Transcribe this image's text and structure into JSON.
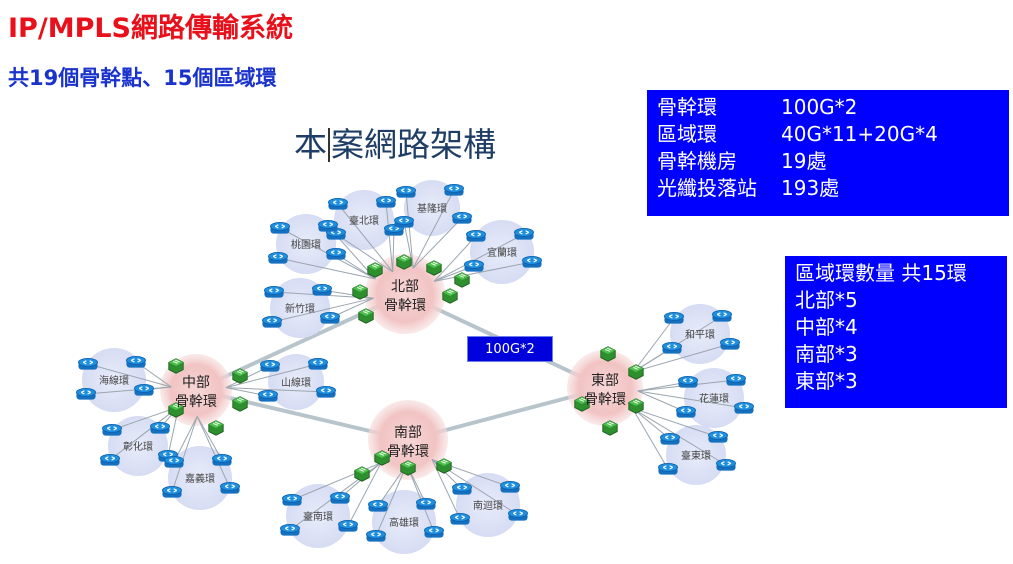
{
  "title": "IP/MPLS網路傳輸系統",
  "subtitle": "共19個骨幹點、15個區域環",
  "diagram_title_left": "本",
  "diagram_title_right": "案網路架構",
  "spec_box": {
    "rows": [
      {
        "label": "骨幹環",
        "value": "100G*2"
      },
      {
        "label": "區域環",
        "value": "40G*11+20G*4"
      },
      {
        "label": "骨幹機房",
        "value": "19處"
      },
      {
        "label": "光纖投落站",
        "value": "193處"
      }
    ]
  },
  "ring_box": {
    "lines": [
      "區域環數量 共15環",
      "北部*5",
      "中部*4",
      "南部*3",
      "東部*3"
    ]
  },
  "core_link_label": "100G*2",
  "colors": {
    "title": "#e8101a",
    "subtitle": "#1a33cc",
    "box_bg": "#0000ff",
    "core_halo": "#f2c3c3",
    "ring_halo": "#dde2f5",
    "router_blue": "#1f8fe0",
    "router_green": "#3aa33a"
  },
  "icons": [
    "router-icon-blue",
    "router-icon-green"
  ],
  "hubs": [
    {
      "id": "north",
      "line1": "北部",
      "line2": "骨幹環"
    },
    {
      "id": "central",
      "line1": "中部",
      "line2": "骨幹環"
    },
    {
      "id": "south",
      "line1": "南部",
      "line2": "骨幹環"
    },
    {
      "id": "east",
      "line1": "東部",
      "line2": "骨幹環"
    }
  ],
  "rings": [
    {
      "id": "taipei",
      "label": "臺北環"
    },
    {
      "id": "keelung",
      "label": "基隆環"
    },
    {
      "id": "taoyuan",
      "label": "桃園環"
    },
    {
      "id": "yilan",
      "label": "宜蘭環"
    },
    {
      "id": "hsinchu",
      "label": "新竹環"
    },
    {
      "id": "haixian",
      "label": "海線環"
    },
    {
      "id": "shanxian",
      "label": "山線環"
    },
    {
      "id": "changhua",
      "label": "彰化環"
    },
    {
      "id": "chiayi",
      "label": "嘉義環"
    },
    {
      "id": "tainan",
      "label": "臺南環"
    },
    {
      "id": "kaohsiung",
      "label": "高雄環"
    },
    {
      "id": "nanhui",
      "label": "南迴環"
    },
    {
      "id": "heping",
      "label": "和平環"
    },
    {
      "id": "hualien",
      "label": "花蓮環"
    },
    {
      "id": "taitung",
      "label": "臺東環"
    }
  ]
}
